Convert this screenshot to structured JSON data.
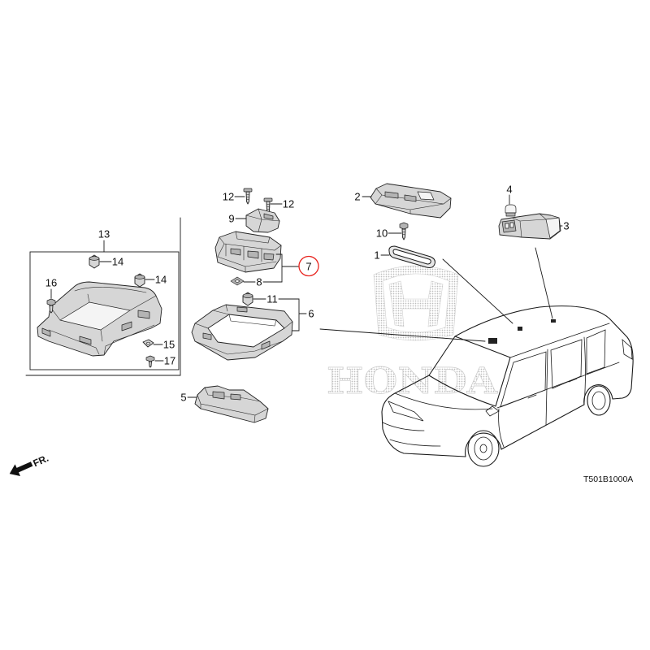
{
  "diagram": {
    "callouts": [
      {
        "label": "13"
      },
      {
        "label": "14"
      },
      {
        "label": "14"
      },
      {
        "label": "16"
      },
      {
        "label": "15"
      },
      {
        "label": "17"
      },
      {
        "label": "12"
      },
      {
        "label": "12"
      },
      {
        "label": "9"
      },
      {
        "label": "7",
        "highlighted": true
      },
      {
        "label": "8"
      },
      {
        "label": "11"
      },
      {
        "label": "6"
      },
      {
        "label": "5"
      },
      {
        "label": "2"
      },
      {
        "label": "10"
      },
      {
        "label": "1"
      },
      {
        "label": "4"
      },
      {
        "label": "3"
      }
    ],
    "front_marker": "FR.",
    "diagram_code": "T501B1000A",
    "watermark": "HONDA",
    "highlight_color": "#e8251f"
  }
}
